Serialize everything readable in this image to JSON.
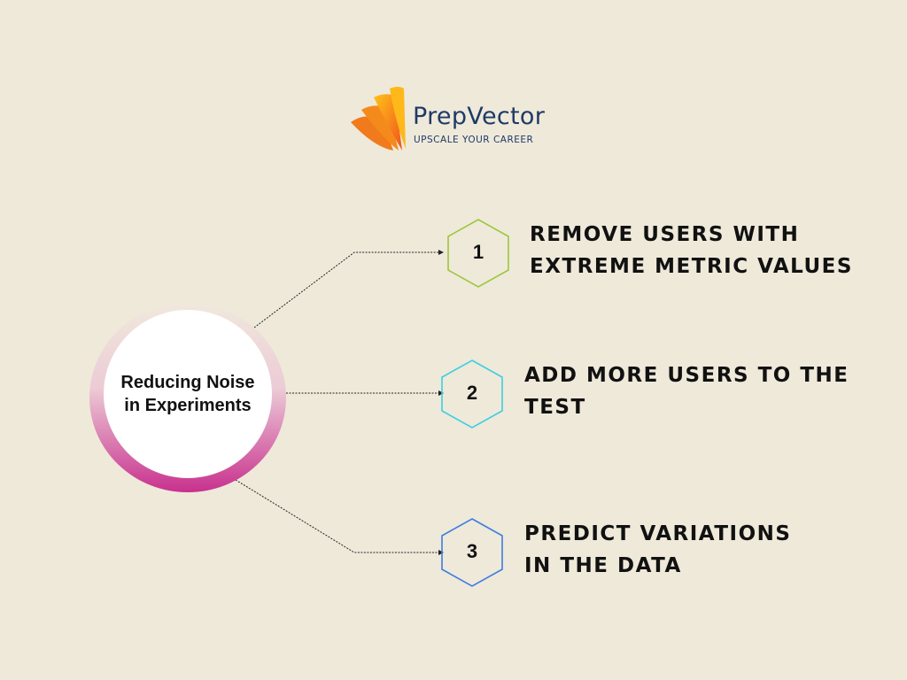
{
  "logo": {
    "brand": "PrepVector",
    "tagline": "UPSCALE YOUR CAREER"
  },
  "center": {
    "title": "Reducing Noise in Experiments"
  },
  "items": [
    {
      "number": "1",
      "lines": [
        "REMOVE USERS WITH",
        "EXTREME METRIC VALUES"
      ],
      "color": "#9bc83a"
    },
    {
      "number": "2",
      "lines": [
        "ADD MORE USERS TO THE",
        "TEST"
      ],
      "color": "#3ccfe0"
    },
    {
      "number": "3",
      "lines": [
        "PREDICT VARIATIONS",
        "IN THE DATA"
      ],
      "color": "#3f7de0"
    }
  ]
}
